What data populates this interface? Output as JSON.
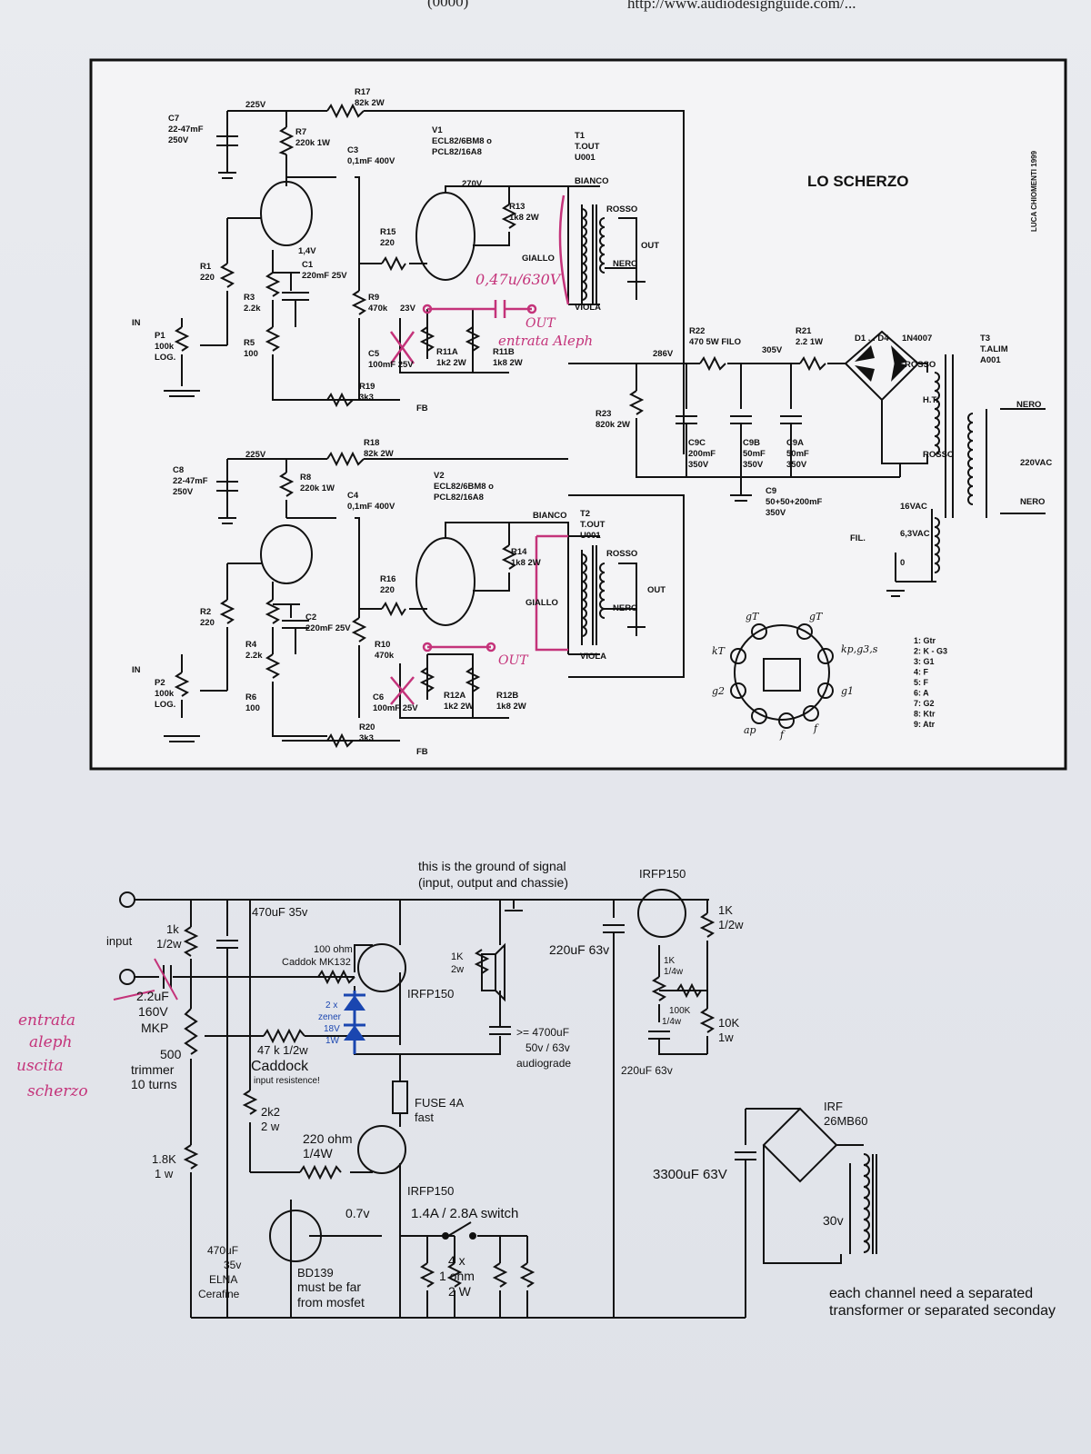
{
  "header": {
    "url": "http://www.audiodesignguide.com/...",
    "fragment": "(0000)"
  },
  "upper": {
    "title": "LO SCHERZO",
    "author": "LUCA CHIOMENTI 1999",
    "labels": [
      {
        "id": "v225a",
        "text": "225V"
      },
      {
        "id": "r17",
        "text": "R17"
      },
      {
        "id": "r17v",
        "text": "82k 2W"
      },
      {
        "id": "c7",
        "text": "C7"
      },
      {
        "id": "c7v",
        "text": "22-47mF"
      },
      {
        "id": "c7w",
        "text": "250V"
      },
      {
        "id": "r7",
        "text": "R7"
      },
      {
        "id": "r7v",
        "text": "220k 1W"
      },
      {
        "id": "c3",
        "text": "C3"
      },
      {
        "id": "c3v",
        "text": "0,1mF 400V"
      },
      {
        "id": "v1",
        "text": "V1"
      },
      {
        "id": "v1a",
        "text": "ECL82/6BM8 o"
      },
      {
        "id": "v1b",
        "text": "PCL82/16A8"
      },
      {
        "id": "t1",
        "text": "T1"
      },
      {
        "id": "t1a",
        "text": "T.OUT"
      },
      {
        "id": "t1b",
        "text": "U001"
      },
      {
        "id": "bianco1",
        "text": "BIANCO"
      },
      {
        "id": "v270",
        "text": "270V"
      },
      {
        "id": "r13",
        "text": "R13"
      },
      {
        "id": "r13v",
        "text": "1k8 2W"
      },
      {
        "id": "rosso1",
        "text": "ROSSO"
      },
      {
        "id": "out1",
        "text": "OUT"
      },
      {
        "id": "nero1",
        "text": "NERO"
      },
      {
        "id": "giallo1",
        "text": "GIALLO"
      },
      {
        "id": "viola1",
        "text": "VIOLA"
      },
      {
        "id": "r15",
        "text": "R15"
      },
      {
        "id": "r15v",
        "text": "220"
      },
      {
        "id": "v14",
        "text": "1,4V"
      },
      {
        "id": "r1",
        "text": "R1"
      },
      {
        "id": "r1v",
        "text": "220"
      },
      {
        "id": "c1",
        "text": "C1"
      },
      {
        "id": "c1v",
        "text": "220mF 25V"
      },
      {
        "id": "r3",
        "text": "R3"
      },
      {
        "id": "r3v",
        "text": "2.2k"
      },
      {
        "id": "r9",
        "text": "R9"
      },
      {
        "id": "r9v",
        "text": "470k"
      },
      {
        "id": "v23",
        "text": "23V"
      },
      {
        "id": "in1",
        "text": "IN"
      },
      {
        "id": "p1",
        "text": "P1"
      },
      {
        "id": "p1v",
        "text": "100k"
      },
      {
        "id": "p1w",
        "text": "LOG."
      },
      {
        "id": "r5",
        "text": "R5"
      },
      {
        "id": "r5v",
        "text": "100"
      },
      {
        "id": "c5",
        "text": "C5"
      },
      {
        "id": "c5v",
        "text": "100mF 25V"
      },
      {
        "id": "r11a",
        "text": "R11A"
      },
      {
        "id": "r11av",
        "text": "1k2 2W"
      },
      {
        "id": "r11b",
        "text": "R11B"
      },
      {
        "id": "r11bv",
        "text": "1k8 2W"
      },
      {
        "id": "r19",
        "text": "R19"
      },
      {
        "id": "r19v",
        "text": "3k3"
      },
      {
        "id": "fb1",
        "text": "FB"
      },
      {
        "id": "r22",
        "text": "R22"
      },
      {
        "id": "r22v",
        "text": "470 5W FILO"
      },
      {
        "id": "r21",
        "text": "R21"
      },
      {
        "id": "r21v",
        "text": "2.2 1W"
      },
      {
        "id": "d1",
        "text": "D1 . . D4"
      },
      {
        "id": "d1v",
        "text": "1N4007"
      },
      {
        "id": "t3",
        "text": "T3"
      },
      {
        "id": "t3a",
        "text": "T.ALIM"
      },
      {
        "id": "t3b",
        "text": "A001"
      },
      {
        "id": "v286",
        "text": "286V"
      },
      {
        "id": "v305",
        "text": "305V"
      },
      {
        "id": "rosso3",
        "text": "ROSSO"
      },
      {
        "id": "ht",
        "text": "H.T."
      },
      {
        "id": "rosso4",
        "text": "ROSSO"
      },
      {
        "id": "nero3",
        "text": "NERO"
      },
      {
        "id": "v220",
        "text": "220VAC"
      },
      {
        "id": "nero4",
        "text": "NERO"
      },
      {
        "id": "r23",
        "text": "R23"
      },
      {
        "id": "r23v",
        "text": "820k 2W"
      },
      {
        "id": "c9c",
        "text": "C9C"
      },
      {
        "id": "c9cv",
        "text": "200mF"
      },
      {
        "id": "c9cw",
        "text": "350V"
      },
      {
        "id": "c9b",
        "text": "C9B"
      },
      {
        "id": "c9bv",
        "text": "50mF"
      },
      {
        "id": "c9bw",
        "text": "350V"
      },
      {
        "id": "c9a",
        "text": "C9A"
      },
      {
        "id": "c9av",
        "text": "50mF"
      },
      {
        "id": "c9aw",
        "text": "350V"
      },
      {
        "id": "c9",
        "text": "C9"
      },
      {
        "id": "c9v",
        "text": "50+50+200mF"
      },
      {
        "id": "c9w",
        "text": "350V"
      },
      {
        "id": "v16",
        "text": "16VAC"
      },
      {
        "id": "v63",
        "text": "6,3VAC"
      },
      {
        "id": "fil",
        "text": "FIL."
      },
      {
        "id": "zero",
        "text": "0"
      },
      {
        "id": "v225b",
        "text": "225V"
      },
      {
        "id": "r18",
        "text": "R18"
      },
      {
        "id": "r18v",
        "text": "82k 2W"
      },
      {
        "id": "c8",
        "text": "C8"
      },
      {
        "id": "c8v",
        "text": "22-47mF"
      },
      {
        "id": "c8w",
        "text": "250V"
      },
      {
        "id": "r8",
        "text": "R8"
      },
      {
        "id": "r8v",
        "text": "220k 1W"
      },
      {
        "id": "c4",
        "text": "C4"
      },
      {
        "id": "c4v",
        "text": "0,1mF 400V"
      },
      {
        "id": "v2",
        "text": "V2"
      },
      {
        "id": "v2a",
        "text": "ECL82/6BM8 o"
      },
      {
        "id": "v2b",
        "text": "PCL82/16A8"
      },
      {
        "id": "bianco2",
        "text": "BIANCO"
      },
      {
        "id": "t2",
        "text": "T2"
      },
      {
        "id": "t2a",
        "text": "T.OUT"
      },
      {
        "id": "t2b",
        "text": "U001"
      },
      {
        "id": "r14",
        "text": "R14"
      },
      {
        "id": "r14v",
        "text": "1k8 2W"
      },
      {
        "id": "rosso2",
        "text": "ROSSO"
      },
      {
        "id": "out2",
        "text": "OUT"
      },
      {
        "id": "giallo2",
        "text": "GIALLO"
      },
      {
        "id": "nero2",
        "text": "NERO"
      },
      {
        "id": "viola2",
        "text": "VIOLA"
      },
      {
        "id": "r16",
        "text": "R16"
      },
      {
        "id": "r16v",
        "text": "220"
      },
      {
        "id": "r2",
        "text": "R2"
      },
      {
        "id": "r2v",
        "text": "220"
      },
      {
        "id": "c2",
        "text": "C2"
      },
      {
        "id": "c2v",
        "text": "220mF 25V"
      },
      {
        "id": "r4",
        "text": "R4"
      },
      {
        "id": "r4v",
        "text": "2.2k"
      },
      {
        "id": "r10",
        "text": "R10"
      },
      {
        "id": "r10v",
        "text": "470k"
      },
      {
        "id": "in2",
        "text": "IN"
      },
      {
        "id": "p2",
        "text": "P2"
      },
      {
        "id": "p2v",
        "text": "100k"
      },
      {
        "id": "p2w",
        "text": "LOG."
      },
      {
        "id": "r6",
        "text": "R6"
      },
      {
        "id": "r6v",
        "text": "100"
      },
      {
        "id": "c6",
        "text": "C6"
      },
      {
        "id": "c6v",
        "text": "100mF 25V"
      },
      {
        "id": "r12a",
        "text": "R12A"
      },
      {
        "id": "r12av",
        "text": "1k2 2W"
      },
      {
        "id": "r12b",
        "text": "R12B"
      },
      {
        "id": "r12bv",
        "text": "1k8 2W"
      },
      {
        "id": "r20",
        "text": "R20"
      },
      {
        "id": "r20v",
        "text": "3k3"
      },
      {
        "id": "fb2",
        "text": "FB"
      }
    ],
    "pin_legend": [
      "1: Gtr",
      "2: K - G3",
      "3: G1",
      "4: F",
      "5: F",
      "6: A",
      "7: G2",
      "8: Ktr",
      "9: Atr"
    ],
    "tube_pins": [
      {
        "id": "p1",
        "text": "gT"
      },
      {
        "id": "p2",
        "text": "gT"
      },
      {
        "id": "p3",
        "text": "kT"
      },
      {
        "id": "p4",
        "text": "kp,g3,s"
      },
      {
        "id": "p5",
        "text": "g2"
      },
      {
        "id": "p6",
        "text": "g1"
      },
      {
        "id": "p7",
        "text": "ap"
      },
      {
        "id": "p8",
        "text": "f"
      },
      {
        "id": "p9",
        "text": "f"
      }
    ],
    "handwritten": [
      {
        "id": "h1",
        "text": "0,47u/630V"
      },
      {
        "id": "h2",
        "text": "OUT"
      },
      {
        "id": "h3",
        "text": "entrata Aleph"
      },
      {
        "id": "h4",
        "text": "OUT"
      }
    ]
  },
  "lower": {
    "labels": [
      {
        "id": "gnd",
        "text": "this is the ground of signal"
      },
      {
        "id": "gnd2",
        "text": "(input, output and chassie)"
      },
      {
        "id": "irfp1",
        "text": "IRFP150"
      },
      {
        "id": "c470",
        "text": "470uF 35v"
      },
      {
        "id": "r1k",
        "text": "1k"
      },
      {
        "id": "r1kw",
        "text": "1/2w"
      },
      {
        "id": "input",
        "text": "input"
      },
      {
        "id": "r100",
        "text": "100 ohm"
      },
      {
        "id": "caddok",
        "text": "Caddok MK132"
      },
      {
        "id": "irfp2",
        "text": "IRFP150"
      },
      {
        "id": "spk1k",
        "text": "1K"
      },
      {
        "id": "spk2w",
        "text": "2w"
      },
      {
        "id": "c220a",
        "text": "220uF 63v"
      },
      {
        "id": "r1kb",
        "text": "1K"
      },
      {
        "id": "r1kbw",
        "text": "1/2w"
      },
      {
        "id": "r1kc",
        "text": "1K"
      },
      {
        "id": "r1kcw",
        "text": "1/4w"
      },
      {
        "id": "r100k",
        "text": "100K"
      },
      {
        "id": "r100kw",
        "text": "1/4w"
      },
      {
        "id": "r10k",
        "text": "10K"
      },
      {
        "id": "r10kw",
        "text": "1w"
      },
      {
        "id": "c22",
        "text": "2.2uF"
      },
      {
        "id": "c22v",
        "text": "160V"
      },
      {
        "id": "mkp",
        "text": "MKP"
      },
      {
        "id": "zen1",
        "text": "2 x"
      },
      {
        "id": "zen2",
        "text": "zener"
      },
      {
        "id": "zen3",
        "text": "18V"
      },
      {
        "id": "zen4",
        "text": "1W"
      },
      {
        "id": "c4700",
        "text": ">= 4700uF"
      },
      {
        "id": "c4700v",
        "text": "50v / 63v"
      },
      {
        "id": "audiog",
        "text": "audiograde"
      },
      {
        "id": "c220b",
        "text": "220uF 63v"
      },
      {
        "id": "trim500",
        "text": "500"
      },
      {
        "id": "trim",
        "text": "trimmer"
      },
      {
        "id": "turns",
        "text": "10 turns"
      },
      {
        "id": "r47k",
        "text": "47 k 1/2w"
      },
      {
        "id": "cadd",
        "text": "Caddock"
      },
      {
        "id": "inres",
        "text": "input resistence!"
      },
      {
        "id": "fuse",
        "text": "FUSE 4A"
      },
      {
        "id": "fast",
        "text": "fast"
      },
      {
        "id": "r2k2",
        "text": "2k2"
      },
      {
        "id": "r2k2w",
        "text": "2 w"
      },
      {
        "id": "irf",
        "text": "IRF"
      },
      {
        "id": "mb60",
        "text": "26MB60"
      },
      {
        "id": "r220",
        "text": "220 ohm"
      },
      {
        "id": "r220w",
        "text": "1/4W"
      },
      {
        "id": "r18k",
        "text": "1.8K"
      },
      {
        "id": "r18kw",
        "text": "1 w"
      },
      {
        "id": "c3300",
        "text": "3300uF 63V"
      },
      {
        "id": "irfp3",
        "text": "IRFP150"
      },
      {
        "id": "v07",
        "text": "0.7v"
      },
      {
        "id": "sw",
        "text": "1.4A / 2.8A switch"
      },
      {
        "id": "v30",
        "text": "30v"
      },
      {
        "id": "c470b",
        "text": "470uF"
      },
      {
        "id": "c470bv",
        "text": "35v"
      },
      {
        "id": "elna",
        "text": "ELNA"
      },
      {
        "id": "cerafine",
        "text": "Cerafine"
      },
      {
        "id": "bd",
        "text": "BD139"
      },
      {
        "id": "bd2",
        "text": "must be far"
      },
      {
        "id": "bd3",
        "text": "from mosfet"
      },
      {
        "id": "ohm1",
        "text": "4 x"
      },
      {
        "id": "ohm2",
        "text": "1 ohm"
      },
      {
        "id": "ohm3",
        "text": "2 W"
      },
      {
        "id": "each1",
        "text": "each channel need a separated"
      },
      {
        "id": "each2",
        "text": "transformer or separated seconday"
      }
    ],
    "handwritten": [
      {
        "id": "hw1",
        "text": "entrata"
      },
      {
        "id": "hw2",
        "text": "aleph"
      },
      {
        "id": "hw3",
        "text": "uscita"
      },
      {
        "id": "hw4",
        "text": "scherzo"
      }
    ]
  },
  "colors": {
    "ink": "#111111",
    "pen": "#c4337a",
    "zener": "#1a46b0",
    "paper": "#e6e8ed"
  }
}
